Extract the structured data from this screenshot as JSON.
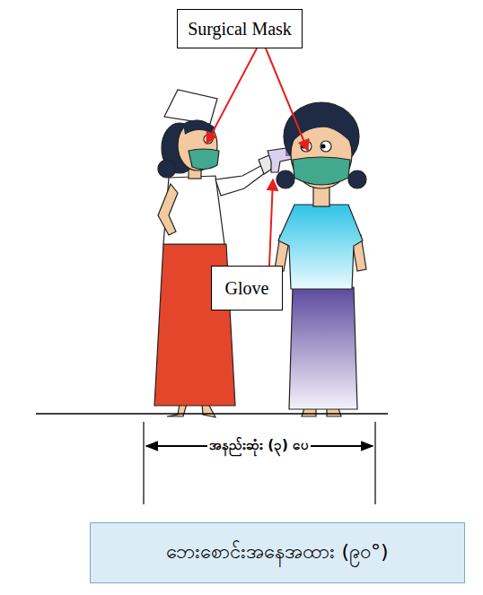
{
  "diagram": {
    "nodes": [
      {
        "text": [
          "Surgical Mask"
        ]
      },
      {
        "text": [
          "Glove"
        ]
      },
      {
        "text": [
          "ဘေးစောင်းအနေအထား (၉၀°)"
        ]
      }
    ],
    "labels": [
      "အနည်းဆုံး (၃) ပေ"
    ]
  }
}
